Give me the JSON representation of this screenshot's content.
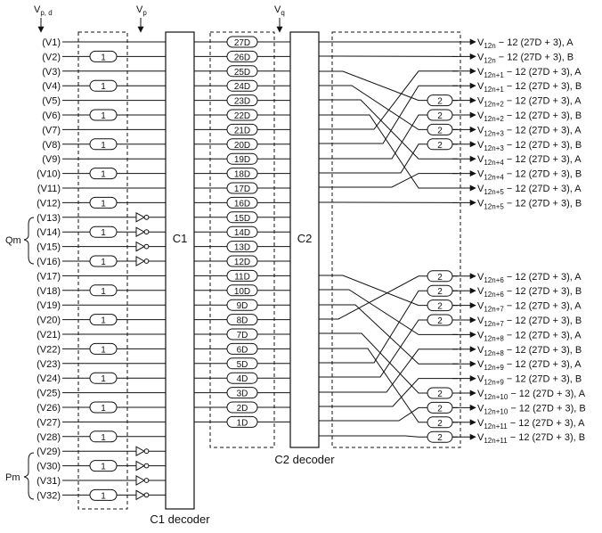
{
  "header": {
    "vpd_main": "V",
    "vpd_sub": "p, d",
    "vp_main": "V",
    "vp_sub": "p",
    "vq_main": "V",
    "vq_sub": "q"
  },
  "inputs": [
    "(V1)",
    "(V2)",
    "(V3)",
    "(V4)",
    "(V5)",
    "(V6)",
    "(V7)",
    "(V8)",
    "(V9)",
    "(V10)",
    "(V11)",
    "(V12)",
    "(V13)",
    "(V14)",
    "(V15)",
    "(V16)",
    "(V17)",
    "(V18)",
    "(V19)",
    "(V20)",
    "(V21)",
    "(V22)",
    "(V23)",
    "(V24)",
    "(V25)",
    "(V26)",
    "(V27)",
    "(V28)",
    "(V29)",
    "(V30)",
    "(V31)",
    "(V32)"
  ],
  "group_labels": {
    "qm": "Qm",
    "pm": "Pm"
  },
  "delay1_label": "1",
  "delay2_label": "2",
  "c1": {
    "label": "C1",
    "caption": "C1 decoder"
  },
  "c2": {
    "label": "C2",
    "caption": "C2 decoder"
  },
  "taps": [
    "27D",
    "26D",
    "25D",
    "24D",
    "23D",
    "22D",
    "21D",
    "20D",
    "19D",
    "18D",
    "17D",
    "16D",
    "15D",
    "14D",
    "13D",
    "12D",
    "11D",
    "10D",
    "9D",
    "8D",
    "7D",
    "6D",
    "5D",
    "4D",
    "3D",
    "2D",
    "1D"
  ],
  "outputs": [
    {
      "main": "V",
      "sub": "12n",
      "rest": " − 12 (27D + 3), A"
    },
    {
      "main": "V",
      "sub": "12n",
      "rest": " − 12 (27D + 3), B"
    },
    {
      "main": "V",
      "sub": "12n+1",
      "rest": " − 12 (27D + 3), A"
    },
    {
      "main": "V",
      "sub": "12n+1",
      "rest": " − 12 (27D + 3), B"
    },
    {
      "main": "V",
      "sub": "12n+2",
      "rest": " − 12 (27D + 3), A"
    },
    {
      "main": "V",
      "sub": "12n+2",
      "rest": " − 12 (27D + 3), B"
    },
    {
      "main": "V",
      "sub": "12n+3",
      "rest": " − 12 (27D + 3), A"
    },
    {
      "main": "V",
      "sub": "12n+3",
      "rest": " − 12 (27D + 3), B"
    },
    {
      "main": "V",
      "sub": "12n+4",
      "rest": " − 12 (27D + 3), A"
    },
    {
      "main": "V",
      "sub": "12n+4",
      "rest": " − 12 (27D + 3), B"
    },
    {
      "main": "V",
      "sub": "12n+5",
      "rest": " − 12 (27D + 3), A"
    },
    {
      "main": "V",
      "sub": "12n+5",
      "rest": " − 12 (27D + 3), B"
    },
    {
      "main": "V",
      "sub": "12n+6",
      "rest": " − 12 (27D + 3), A"
    },
    {
      "main": "V",
      "sub": "12n+6",
      "rest": " − 12 (27D + 3), B"
    },
    {
      "main": "V",
      "sub": "12n+7",
      "rest": " − 12 (27D + 3), A"
    },
    {
      "main": "V",
      "sub": "12n+7",
      "rest": " − 12 (27D + 3), B"
    },
    {
      "main": "V",
      "sub": "12n+8",
      "rest": " − 12 (27D + 3), A"
    },
    {
      "main": "V",
      "sub": "12n+8",
      "rest": " − 12 (27D + 3), B"
    },
    {
      "main": "V",
      "sub": "12n+9",
      "rest": " − 12 (27D + 3), A"
    },
    {
      "main": "V",
      "sub": "12n+9",
      "rest": " − 12 (27D + 3), B"
    },
    {
      "main": "V",
      "sub": "12n+10",
      "rest": " − 12 (27D + 3), A"
    },
    {
      "main": "V",
      "sub": "12n+10",
      "rest": " − 12 (27D + 3), B"
    },
    {
      "main": "V",
      "sub": "12n+11",
      "rest": " − 12 (27D + 3), A"
    },
    {
      "main": "V",
      "sub": "12n+11",
      "rest": " − 12 (27D + 3), B"
    }
  ]
}
